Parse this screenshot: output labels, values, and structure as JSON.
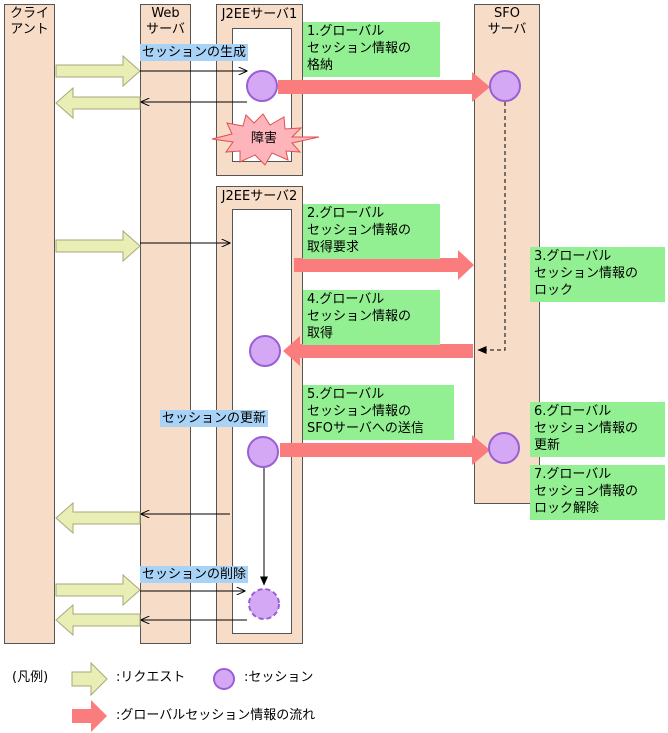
{
  "lanes": {
    "client": "クライ\nアント",
    "web": "Web\nサーバ",
    "j2ee1": "J2EEサーバ1",
    "j2ee2": "J2EEサーバ2",
    "sfo": "SFO\nサーバ"
  },
  "labels": {
    "session_create": "セッションの生成",
    "failure": "障害",
    "session_update": "セッションの更新",
    "session_delete": "セッションの削除"
  },
  "steps": [
    "1.グローバル\n  セッション情報の\n  格納",
    "2.グローバル\n  セッション情報の\n  取得要求",
    "3.グローバル\n  セッション情報の\n  ロック",
    "4.グローバル\n  セッション情報の\n  取得",
    "5.グローバル\n  セッション情報の\n  SFOサーバへの送信",
    "6.グローバル\n  セッション情報の\n  更新",
    "7.グローバル\n  セッション情報の\n  ロック解除"
  ],
  "legend": {
    "title": "(凡例)",
    "request": ":リクエスト",
    "session": ":セッション",
    "flow": ":グローバルセッション情報の流れ"
  },
  "colors": {
    "lane": "#f7dcc8",
    "request_arrow": "#e8eeb4",
    "flow_arrow": "#fb7c7c",
    "session": "#d5a8f5",
    "note": "#92f092",
    "label": "#a9d2f7"
  }
}
